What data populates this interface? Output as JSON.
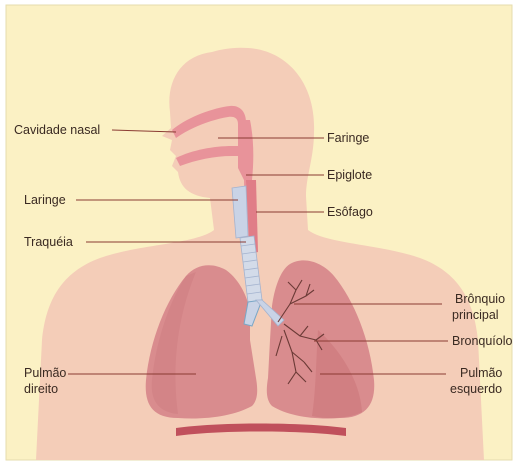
{
  "diagram": {
    "labels": {
      "cavidade_nasal": "Cavidade nasal",
      "faringe": "Faringe",
      "epiglote": "Epiglote",
      "laringe": "Laringe",
      "esofago": "Esôfago",
      "traqueia": "Traquéia",
      "bronquio_principal_line1": "Brônquio",
      "bronquio_principal_line2": "principal",
      "bronquiolo": "Bronquíolo",
      "pulmao_direito_line1": "Pulmão",
      "pulmao_direito_line2": "direito",
      "pulmao_esquerdo_line1": "Pulmão",
      "pulmao_esquerdo_line2": "esquerdo"
    },
    "colors": {
      "background": "#fbf1c4",
      "body_silhouette": "#f4cdb8",
      "lung": "#d98c8e",
      "lung_shade": "#c86e74",
      "airway_pink": "#e8939a",
      "trachea": "#c9d3e6",
      "diaphragm": "#c0505c",
      "leader_line": "#8a3a32",
      "label_text": "#3a2a22"
    }
  }
}
